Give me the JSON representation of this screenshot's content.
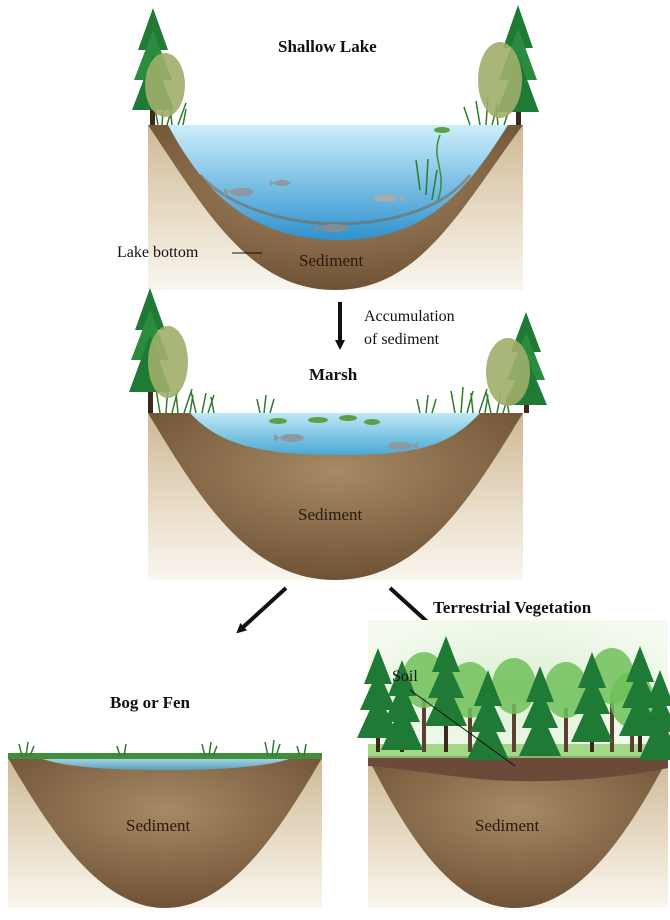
{
  "stages": {
    "lake": {
      "title": "Shallow Lake",
      "bottom_label": "Lake bottom",
      "sediment_label": "Sediment"
    },
    "marsh": {
      "title": "Marsh",
      "sediment_label": "Sediment"
    },
    "bog": {
      "title": "Bog or Fen",
      "sediment_label": "Sediment"
    },
    "terrestrial": {
      "title": "Terrestrial Vegetation",
      "soil_label": "Soil",
      "sediment_label": "Sediment"
    }
  },
  "transition": {
    "line1": "Accumulation",
    "line2": "of sediment"
  },
  "colors": {
    "water_light": "#bfe6f7",
    "water_dark": "#3aa0d6",
    "sediment_light": "#a68a64",
    "sediment_dark": "#6b4e32",
    "ground_light": "#f3ece0",
    "ground_dark": "#cdb896",
    "tree_dark": "#1f7a35",
    "tree_light": "#6fbf5a",
    "shrub": "#9fae6a",
    "arrow": "#111111"
  }
}
